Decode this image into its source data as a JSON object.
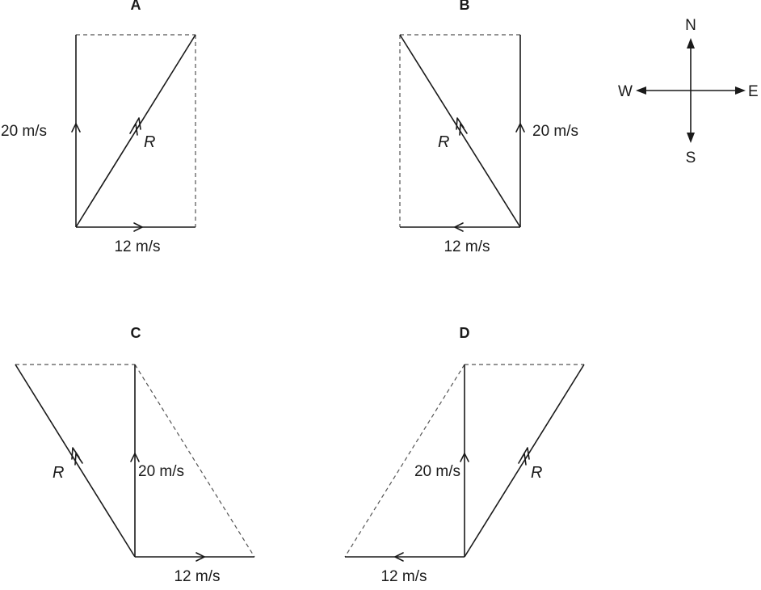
{
  "panels": [
    {
      "label": "A",
      "vertical_speed": "20 m/s",
      "horizontal_speed": "12 m/s",
      "resultant": "R"
    },
    {
      "label": "B",
      "vertical_speed": "20 m/s",
      "horizontal_speed": "12 m/s",
      "resultant": "R"
    },
    {
      "label": "C",
      "vertical_speed": "20 m/s",
      "horizontal_speed": "12 m/s",
      "resultant": "R"
    },
    {
      "label": "D",
      "vertical_speed": "20 m/s",
      "horizontal_speed": "12 m/s",
      "resultant": "R"
    }
  ],
  "compass": {
    "north": "N",
    "south": "S",
    "east": "E",
    "west": "W"
  }
}
